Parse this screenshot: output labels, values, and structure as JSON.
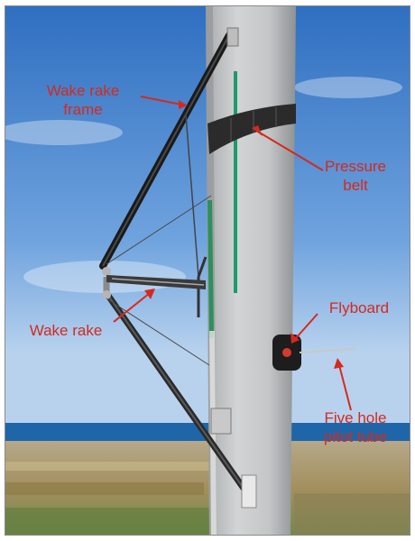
{
  "figure": {
    "annotation_color": "#d42a1e",
    "labels": {
      "wake_rake_frame": {
        "line1": "Wake rake",
        "line2": "frame"
      },
      "pressure_belt": {
        "line1": "Pressure",
        "line2": "belt"
      },
      "wake_rake": {
        "line1": "Wake rake"
      },
      "flyboard": {
        "line1": "Flyboard"
      },
      "pitot_tube": {
        "line1": "Five hole",
        "line2": "pitot tube"
      }
    }
  }
}
